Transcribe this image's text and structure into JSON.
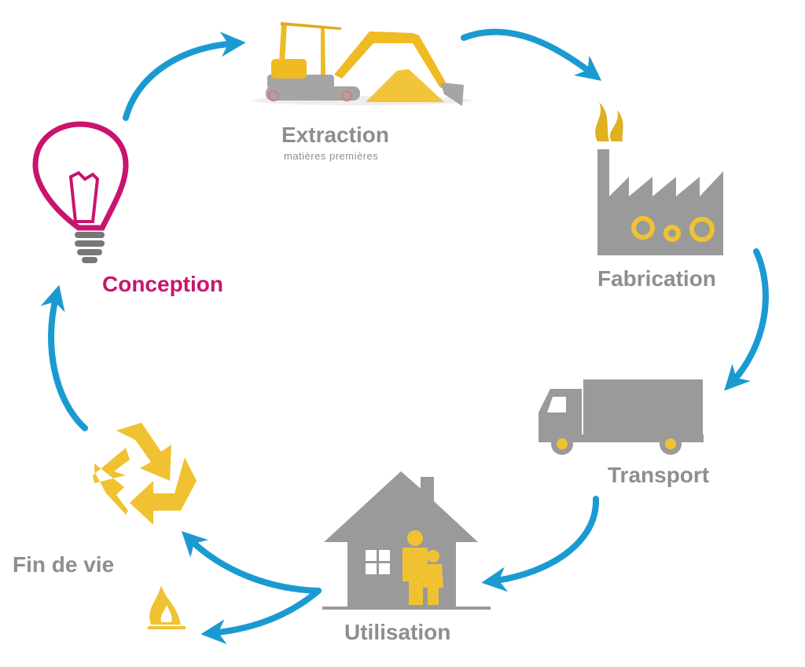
{
  "stages": {
    "extraction": {
      "label": "Extraction",
      "sublabel": "matières premières"
    },
    "fabrication": {
      "label": "Fabrication"
    },
    "transport": {
      "label": "Transport"
    },
    "utilisation": {
      "label": "Utilisation"
    },
    "fin_de_vie": {
      "label": "Fin de vie"
    },
    "conception": {
      "label": "Conception"
    }
  },
  "colors": {
    "arrow": "#1b9ad2",
    "icon_gray": "#9a9a9a",
    "icon_yellow": "#f0c232",
    "accent": "#c8146e",
    "text": "#8e8e8e"
  }
}
